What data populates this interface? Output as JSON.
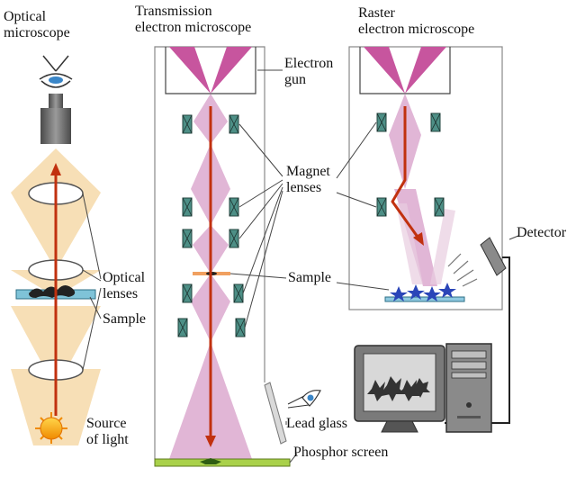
{
  "titles": {
    "optical": [
      "Optical",
      "microscope"
    ],
    "tem": [
      "Transmission",
      "electron microscope"
    ],
    "sem": [
      "Raster",
      "electron microscope"
    ]
  },
  "labels": {
    "electron_gun": [
      "Electron",
      "gun"
    ],
    "magnet_lenses": [
      "Magnet",
      "lenses"
    ],
    "sample_tem": "Sample",
    "optical_lenses": [
      "Optical",
      "lenses"
    ],
    "sample_optical": "Sample",
    "source_of_light": [
      "Source",
      "of light"
    ],
    "lead_glass": "Lead glass",
    "phosphor_screen": "Phosphor screen",
    "detector": "Detector"
  },
  "colors": {
    "beam_cone": "#c7559e",
    "beam_light": "#dca9cf",
    "light_cone": "#f7dfb6",
    "arrow": "#c1310f",
    "magnet": "#4d8f86",
    "glass": "#d9d9d9",
    "screen": "#a9d14a",
    "sample_blue": "#2a45b8"
  },
  "icons": [
    "eye-icon",
    "eyepiece-icon",
    "light-source-icon",
    "computer-icon",
    "detector-icon",
    "lens-icon",
    "magnet-coil-icon"
  ]
}
